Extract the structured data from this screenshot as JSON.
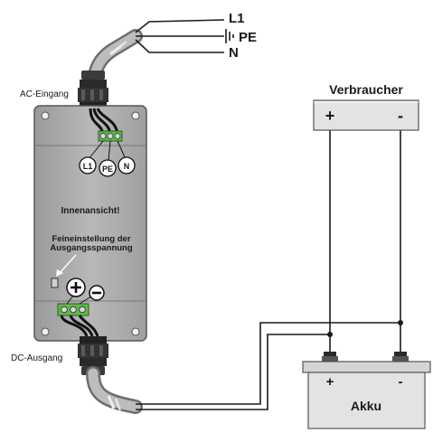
{
  "mains": {
    "l1": "L1",
    "pe": "PE",
    "n": "N"
  },
  "charger": {
    "ac_input": "AC-Eingang",
    "dc_output": "DC-Ausgang",
    "inside_view": "Innenansicht!",
    "fine_adjust_line1": "Feineinstellung der",
    "fine_adjust_line2": "Ausgangsspannung",
    "terminal_l1": "L1",
    "terminal_pe": "PE",
    "terminal_n": "N",
    "plus": "+",
    "minus": "−"
  },
  "consumer": {
    "title": "Verbraucher",
    "plus": "+",
    "minus": "-"
  },
  "battery": {
    "label": "Akku",
    "plus": "+",
    "minus": "-"
  }
}
